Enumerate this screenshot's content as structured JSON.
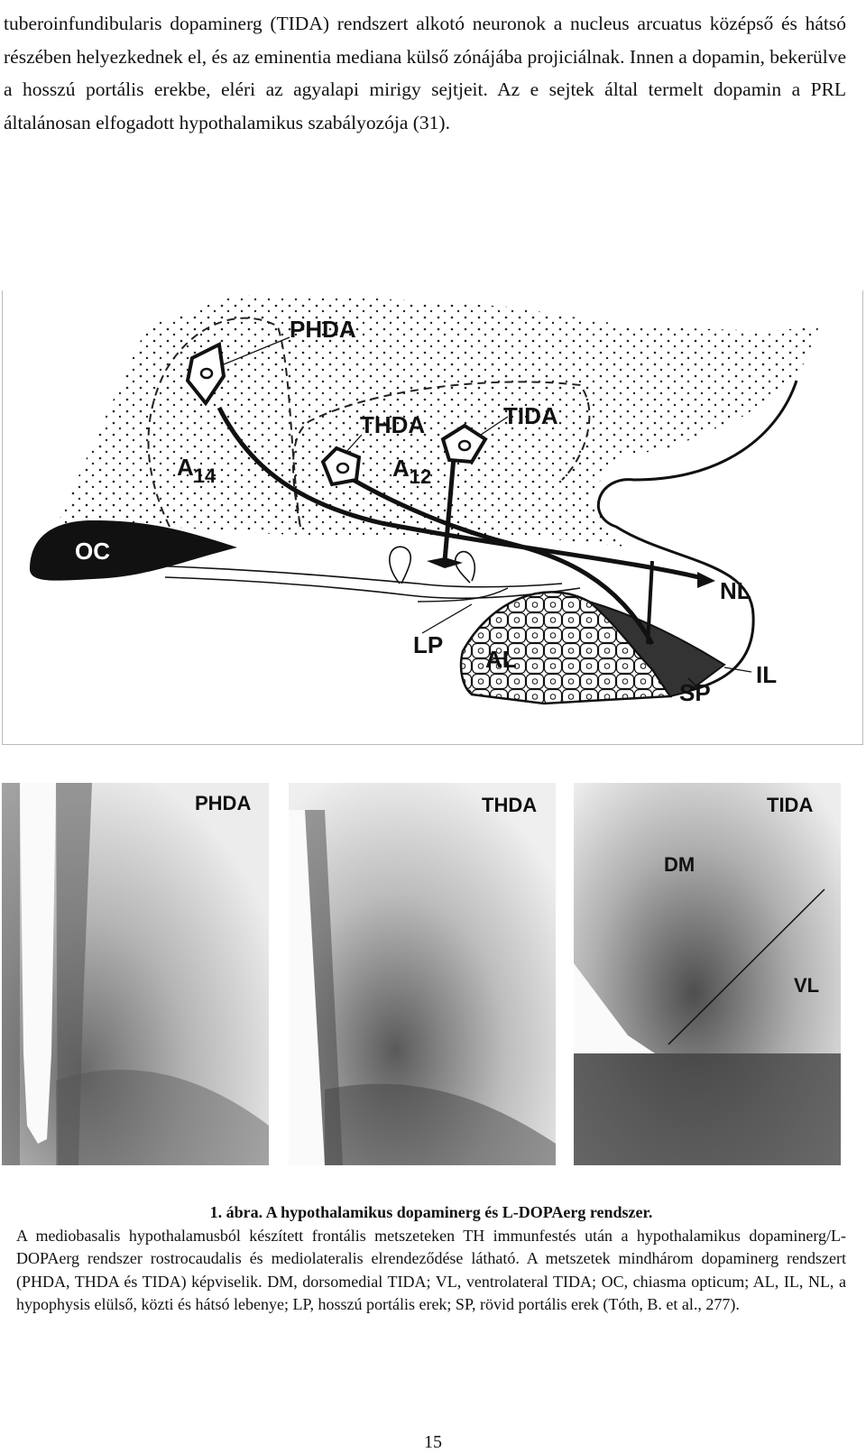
{
  "intro_text": "tuberoinfundibularis dopaminerg (TIDA) rendszert alkotó neuronok a nucleus arcuatus középső és hátsó részében helyezkednek el, és az eminentia mediana külső zónájába projiciálnak. Innen a dopamin, bekerülve a hosszú portális erekbe, eléri az agyalapi mirigy sejtjeit. Az e sejtek által termelt dopamin a PRL általánosan elfogadott hypothalamikus szabályozója (31).",
  "diagram": {
    "labels": {
      "phda": "PHDA",
      "thda": "THDA",
      "tida": "TIDA",
      "a14_base": "A",
      "a14_sub": "14",
      "a12_base": "A",
      "a12_sub": "12",
      "oc": "OC",
      "nl": "NL",
      "lp": "LP",
      "al": "AL",
      "sp": "SP",
      "il": "IL"
    }
  },
  "micrographs": [
    {
      "tag": "PHDA"
    },
    {
      "tag": "THDA"
    },
    {
      "tag": "TIDA",
      "dm": "DM",
      "vl": "VL"
    }
  ],
  "caption": {
    "title": "1. ábra. A hypothalamikus dopaminerg és L-DOPAerg rendszer.",
    "body": "A mediobasalis hypothalamusból készített frontális metszeteken TH immunfestés után a hypothalamikus dopaminerg/L-DOPAerg rendszer rostrocaudalis és mediolateralis elrendeződése látható. A metszetek mindhárom dopaminerg rendszert (PHDA, THDA és TIDA) képviselik. DM, dorsomedial TIDA; VL, ventrolateral TIDA; OC, chiasma opticum; AL, IL, NL, a hypophysis elülső, közti és hátsó lebenye; LP, hosszú portális erek; SP, rövid portális erek (Tóth, B. et al., 277)."
  },
  "page_number": "15"
}
